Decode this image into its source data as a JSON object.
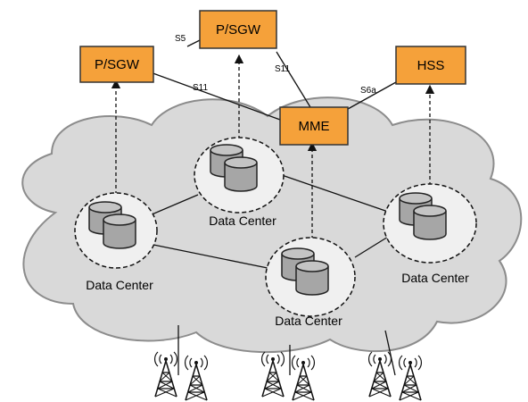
{
  "colors": {
    "box_fill": "#f5a13a",
    "box_stroke": "#333333",
    "cloud_fill": "#d9d9d9",
    "cloud_stroke": "#8c8c8c",
    "disk_fill": "#a6a6a6"
  },
  "nodes": {
    "pgw_left": "P/SGW",
    "pgw_top": "P/SGW",
    "mme": "MME",
    "hss": "HSS"
  },
  "interfaces": {
    "s5": "S5",
    "s11_left": "S11",
    "s11_right": "S11",
    "s6a": "S6a"
  },
  "data_centers": {
    "left": "Data Center",
    "top": "Data Center",
    "middle": "Data Center",
    "right": "Data Center"
  },
  "icons": [
    "database-icon",
    "cell-tower-icon"
  ]
}
